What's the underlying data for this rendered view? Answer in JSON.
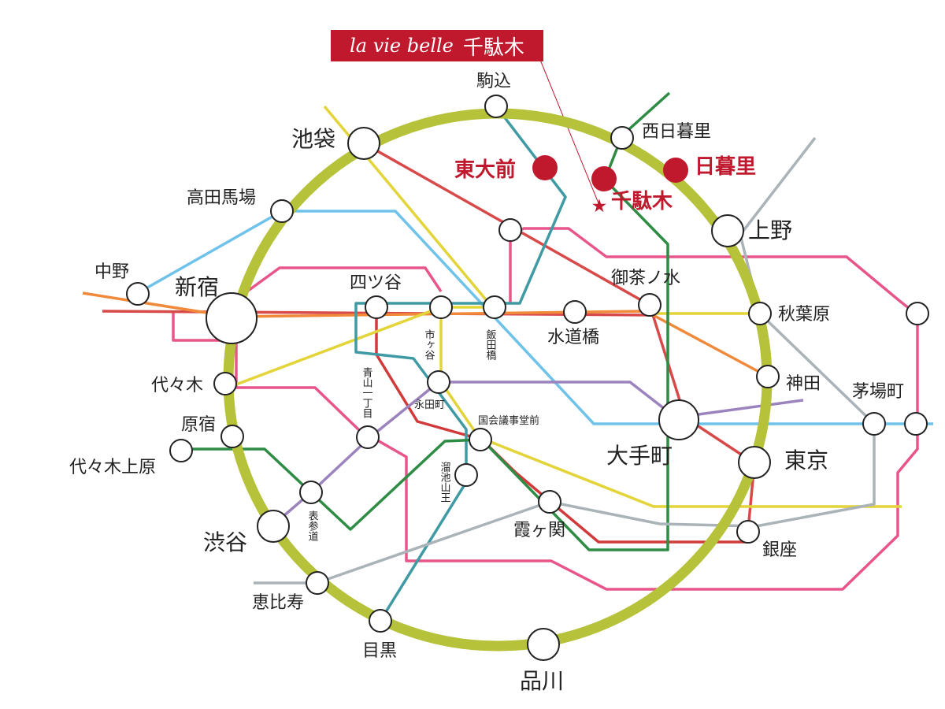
{
  "banner": {
    "brand": "la vie belle",
    "name": "千駄木"
  },
  "highlight": {
    "todaimae": "東大前",
    "nippori": "日暮里",
    "sendagi": "千駄木",
    "star": "★",
    "color": "#c0182d"
  },
  "loop_color": "#b6c23a",
  "line_colors": {
    "pink": "#e8558a",
    "red": "#d84a4a",
    "orange": "#f08a3a",
    "yellow": "#e3d43a",
    "lightblue": "#6fc3ea",
    "teal": "#3f9aa3",
    "purple": "#9b83bd",
    "green": "#2e8c45",
    "gray": "#a9b3b8",
    "darkred": "#d13a3a"
  },
  "stations": {
    "komagome": "駒込",
    "ikebukuro": "池袋",
    "nishinippori": "西日暮里",
    "takadanobaba": "高田馬場",
    "ueno": "上野",
    "nakano": "中野",
    "shinjuku": "新宿",
    "yotsuya": "四ツ谷",
    "ochanomizu": "御茶ノ水",
    "ichigaya": "市ヶ谷",
    "iidabashi": "飯田橋",
    "suidobashi": "水道橋",
    "akihabara": "秋葉原",
    "yoyogi": "代々木",
    "aoyama": "青山一丁目",
    "nagatacho": "永田町",
    "kanda": "神田",
    "kayabacho": "茅場町",
    "harajuku": "原宿",
    "kokkai": "国会議事堂前",
    "otemachi": "大手町",
    "tokyo": "東京",
    "yoyogiuehara": "代々木上原",
    "tameike": "溜池山王",
    "omotesando": "表参道",
    "kasumigaseki": "霞ヶ関",
    "shibuya": "渋谷",
    "ginza": "銀座",
    "ebisu": "恵比寿",
    "meguro": "目黒",
    "shinagawa": "品川"
  }
}
